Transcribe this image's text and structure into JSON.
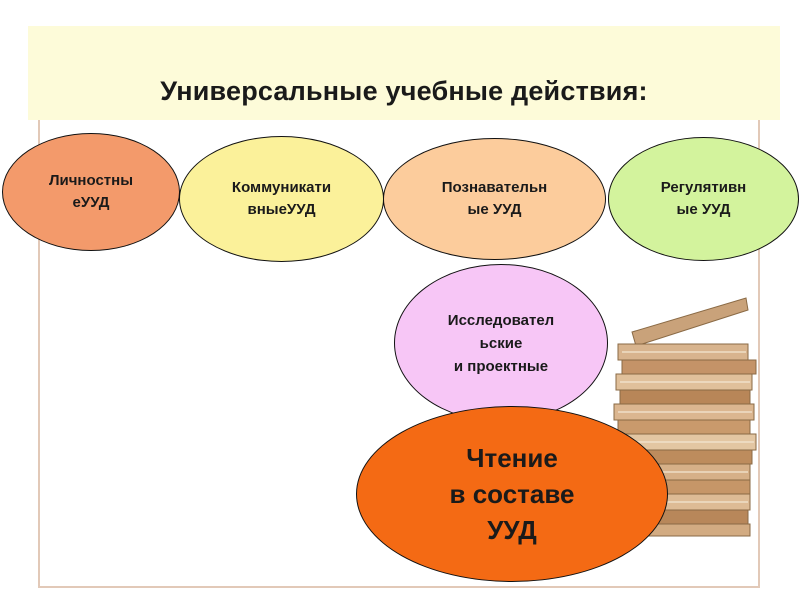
{
  "title": "Универсальные учебные действия:",
  "nodes": {
    "personal": "Личностны\nеУУД",
    "communicative": "Коммуникати\nвныеУУД",
    "cognitive": "Познавательн\nые УУД",
    "regulatory": "Регулятивн\nые УУД",
    "research": "Исследовател\nьские\nи проектные",
    "reading": "Чтение\nв составе\nУУД"
  },
  "colors": {
    "personal": "#f39a6b",
    "communicative": "#fbf19a",
    "cognitive": "#fccc9c",
    "regulatory": "#d3f39d",
    "research": "#f7c6f6",
    "reading": "#f46a14"
  }
}
